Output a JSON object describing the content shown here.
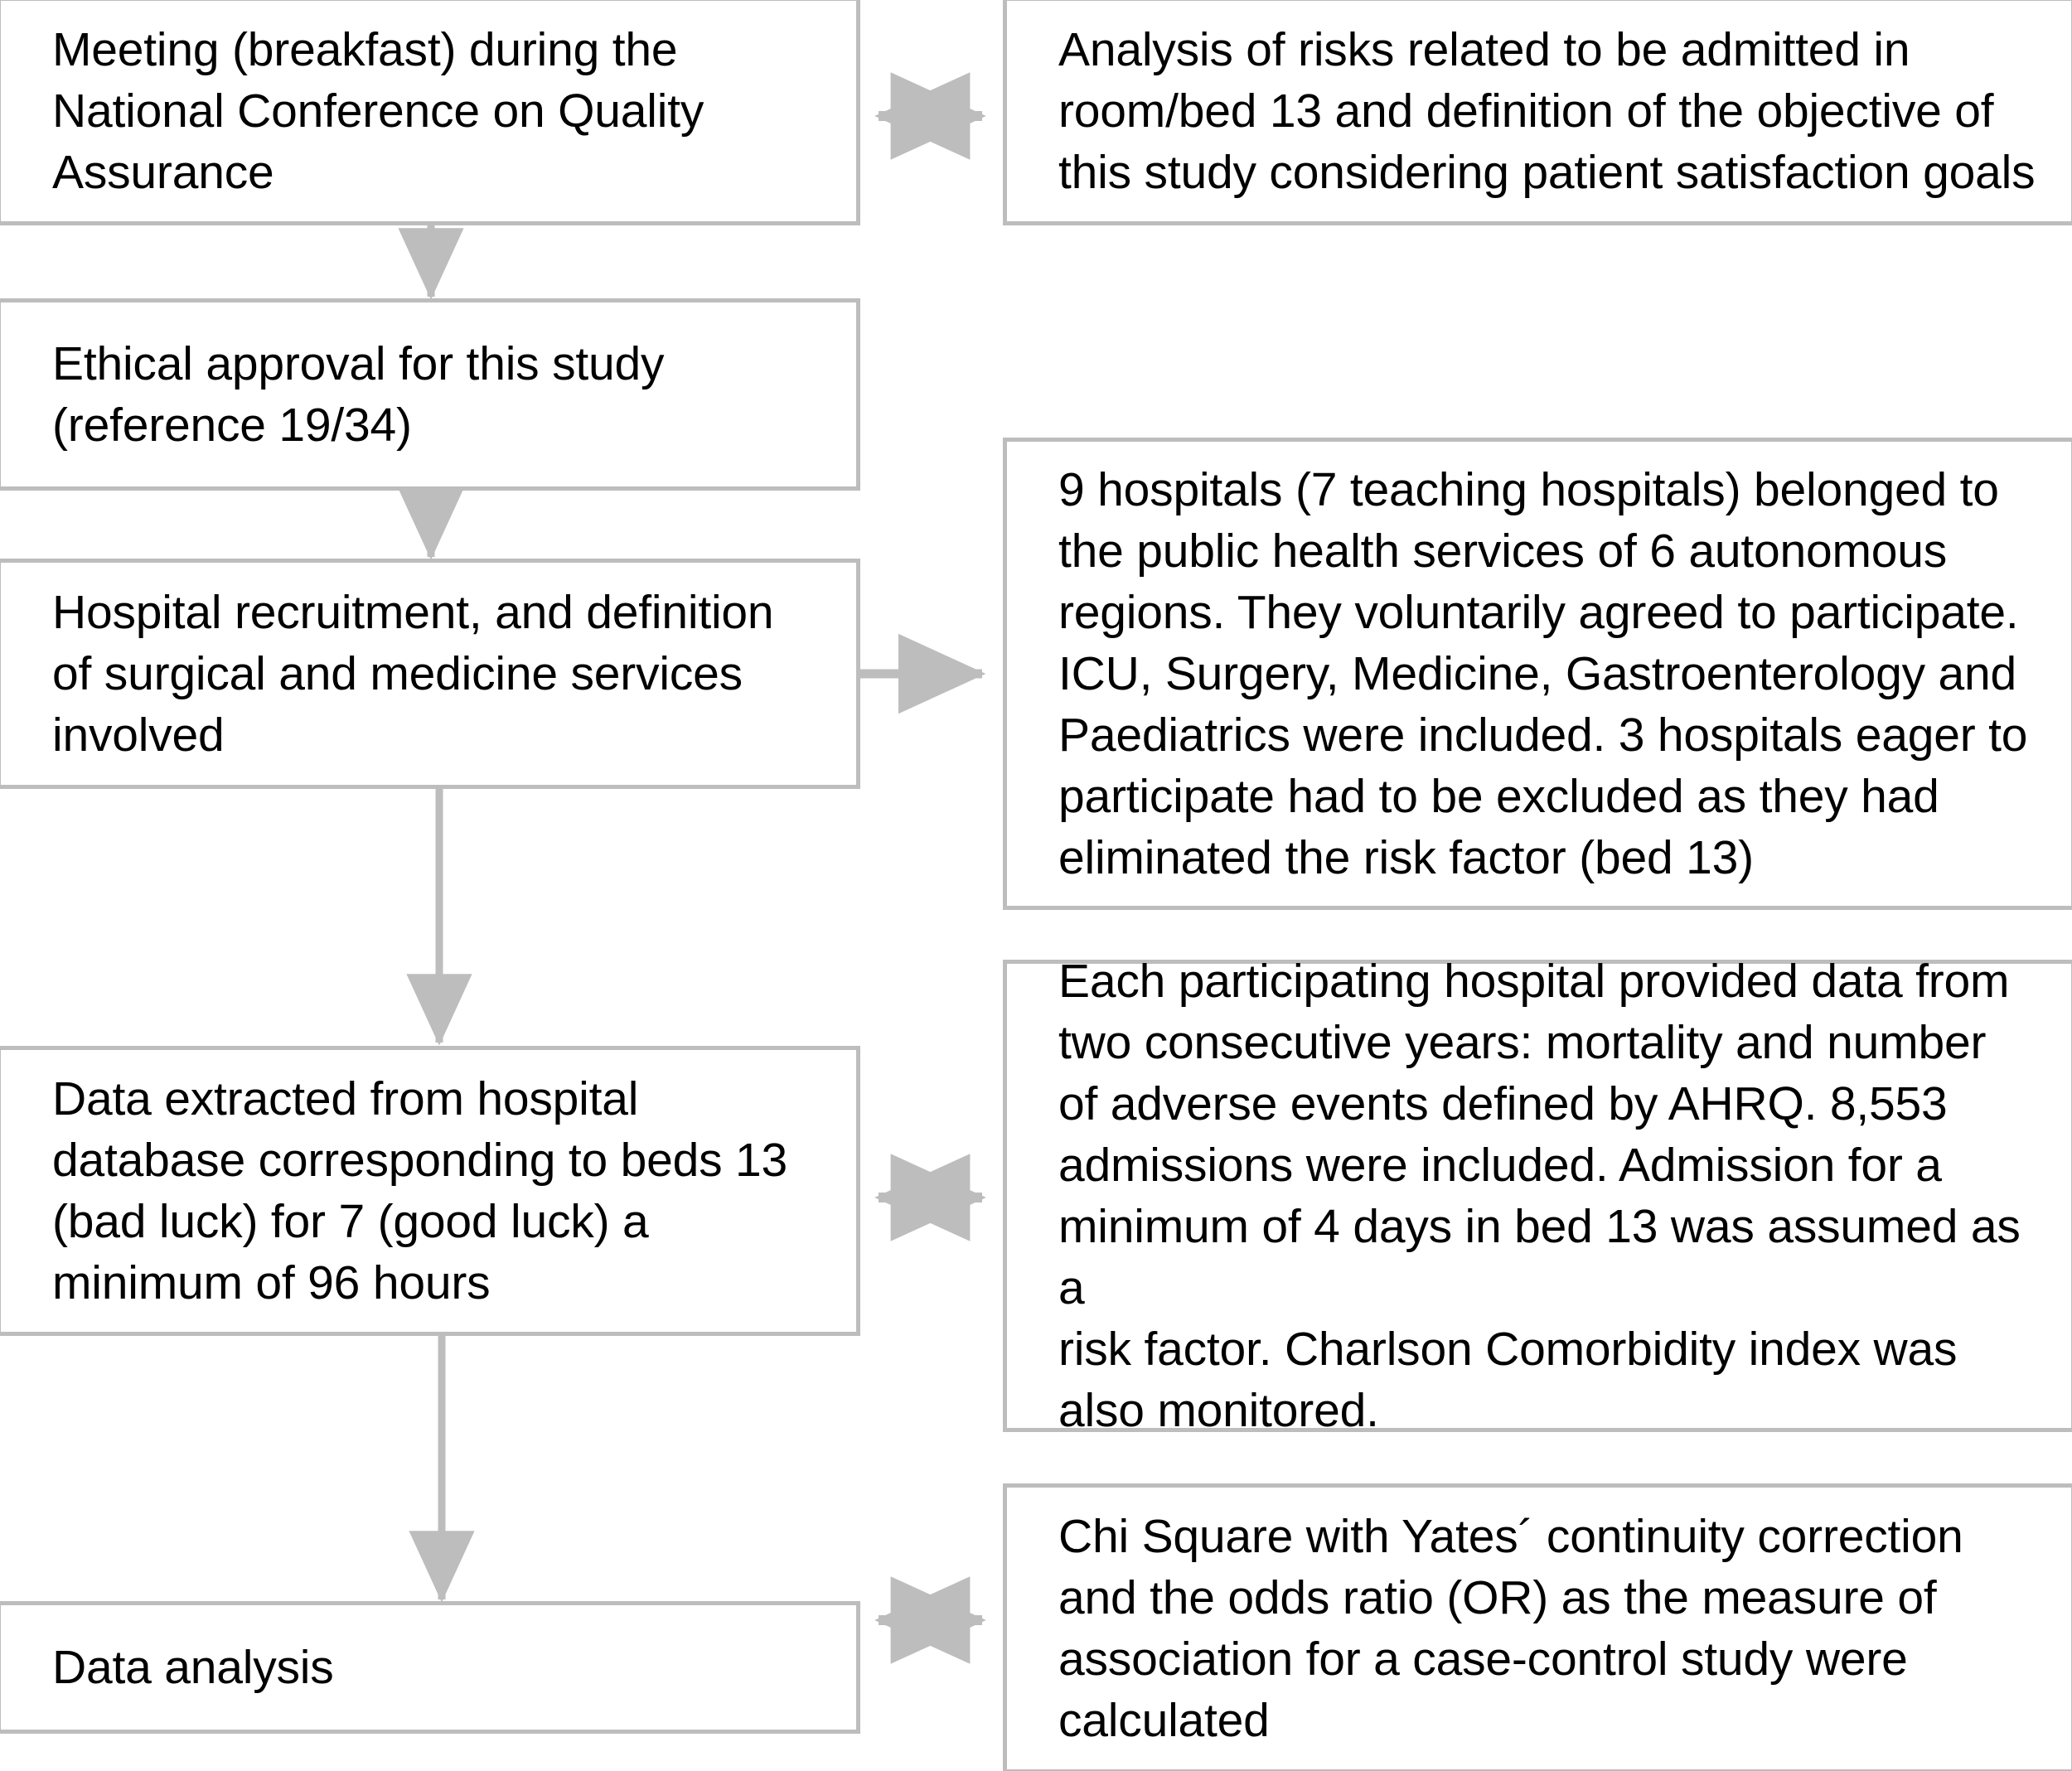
{
  "diagram": {
    "title": "Study workflow flowchart",
    "colors": {
      "box_border": "#bdbdbd",
      "arrow": "#bdbdbd",
      "text": "#000000",
      "background": "#ffffff"
    },
    "left_column": [
      {
        "id": "meeting",
        "text": "Meeting (breakfast) during the\nNational Conference on Quality\nAssurance"
      },
      {
        "id": "ethical-approval",
        "text": "Ethical approval for this study\n(reference 19/34)"
      },
      {
        "id": "hospital-recruitment",
        "text": "Hospital recruitment, and definition\nof surgical and medicine services\ninvolved"
      },
      {
        "id": "data-extraction",
        "text": "Data extracted from hospital\ndatabase corresponding to beds 13\n(bad luck) for 7 (good luck) a\nminimum of 96 hours"
      },
      {
        "id": "data-analysis",
        "text": "Data analysis"
      }
    ],
    "right_column": [
      {
        "id": "risk-analysis",
        "text": "Analysis of risks related to be admitted in\nroom/bed 13 and definition of the objective of\nthis study considering patient satisfaction goals"
      },
      {
        "id": "hospitals-detail",
        "text": "9 hospitals (7 teaching hospitals) belonged to\nthe public health services of 6 autonomous\nregions. They voluntarily agreed to participate.\nICU, Surgery, Medicine, Gastroenterology and\nPaediatrics were included. 3 hospitals eager to\nparticipate had to be excluded as they had\neliminated the risk factor (bed 13)"
      },
      {
        "id": "data-detail",
        "text": "Each participating hospital provided data from\ntwo consecutive years: mortality and number\nof adverse events defined by AHRQ. 8,553\nadmissions were included. Admission for a\nminimum of 4 days in bed 13 was assumed as a\nrisk factor. Charlson Comorbidity index was\nalso monitored."
      },
      {
        "id": "statistics-detail",
        "text": "Chi Square with Yates´ continuity correction\nand the odds ratio (OR) as the measure of\nassociation for a case-control study were\ncalculated"
      }
    ],
    "connectors": [
      {
        "id": "meeting-to-risk-analysis",
        "kind": "double-arrow-horizontal"
      },
      {
        "id": "meeting-to-ethical-approval",
        "kind": "arrow-down"
      },
      {
        "id": "ethical-approval-to-hospital-recruitment",
        "kind": "arrow-down"
      },
      {
        "id": "hospital-recruitment-to-hospitals-detail",
        "kind": "arrow-right"
      },
      {
        "id": "hospital-recruitment-to-data-extraction",
        "kind": "arrow-down"
      },
      {
        "id": "data-extraction-to-data-detail",
        "kind": "double-arrow-horizontal"
      },
      {
        "id": "data-extraction-to-data-analysis",
        "kind": "arrow-down"
      },
      {
        "id": "data-analysis-to-statistics-detail",
        "kind": "double-arrow-horizontal"
      }
    ]
  }
}
